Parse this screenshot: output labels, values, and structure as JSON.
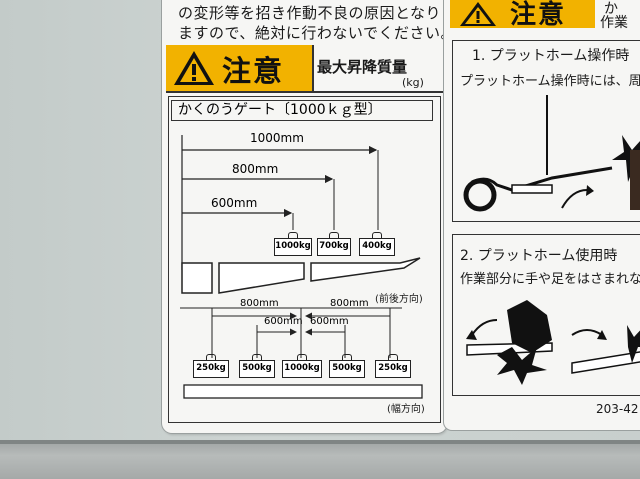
{
  "sticker_left": {
    "top_lines": [
      "の変形等を招き作動不良の原因となり",
      "ますので、絶対に行わないでください。"
    ],
    "warning_word": "注意",
    "header_right_title": "最大昇降質量",
    "header_right_unit": "(kg)",
    "model_title": "かくのうゲート〔1000ｋｇ型〕",
    "top_diagram": {
      "dimensions": [
        "1000mm",
        "800mm",
        "600mm"
      ],
      "weights": [
        "1000kg",
        "700kg",
        "400kg"
      ],
      "direction_label": "(前後方向)"
    },
    "bottom_diagram": {
      "dimensions_outer": [
        "800mm",
        "800mm"
      ],
      "dimensions_inner": [
        "600mm",
        "600mm"
      ],
      "weights": [
        "250kg",
        "500kg",
        "1000kg",
        "500kg",
        "250kg"
      ],
      "direction_label": "(幅方向)"
    }
  },
  "sticker_right": {
    "top_fragment": "か",
    "top_fragment2": "作業",
    "warning_word": "注意",
    "section1_title": "1. プラットホーム操作時",
    "section1_text": "プラットホーム操作時には、周囲",
    "section2_title": "2. プラットホーム使用時",
    "section2_text": "作業部分に手や足をはさまれない",
    "code": "203-42"
  },
  "colors": {
    "warning_yellow": "#f2b200",
    "sticker_bg": "#f6f6f4",
    "panel": "#c9d0ce"
  }
}
